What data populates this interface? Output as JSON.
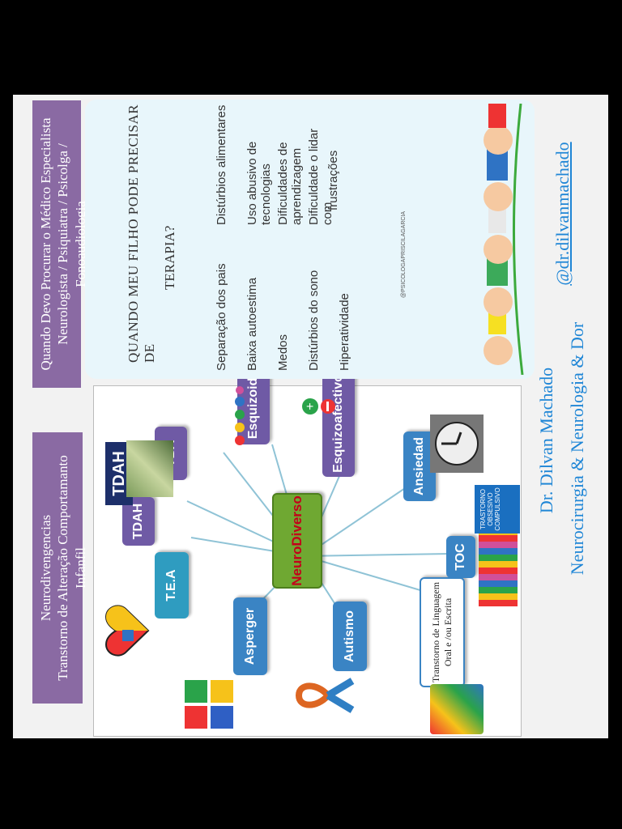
{
  "header_left": {
    "line1": "Neurodivengencias",
    "line2": "Transtorno de Alteração Comportamanto Infanfil"
  },
  "header_right": {
    "line1": "Quando Devo  Procurar o Médico Especialista",
    "line2": "Neurologista / Psiquiatra / Psicolga / Fonoaudiologia"
  },
  "mindmap": {
    "center": "NeuroDiverso",
    "nodes": {
      "tea": "T.E.A",
      "asperger": "Asperger",
      "autismo": "Autismo",
      "linguagem_1": "Transtorno de Linguagem",
      "linguagem_2": "Oral e /ou Escrita",
      "toc": "TOC",
      "ansiedad": "Ansiedad",
      "esquizoafectivo": "Esquizoafectivo",
      "esquizoide": "Esquizoide",
      "tba": "TBA",
      "tdah": "TDAH",
      "tdah_logo": "TDAH",
      "toc_sign_1": "TRASTORNO",
      "toc_sign_2": "OBSESIVO",
      "toc_sign_3": "COMPULSIVO"
    }
  },
  "infocard": {
    "title_1": "QUANDO MEU FILHO PODE PRECISAR DE",
    "title_2": "TERAPIA?",
    "col1": [
      "Separação dos pais",
      "Baixa autoestima",
      "Medos",
      "Distúrbios do sono",
      "Hiperatividade"
    ],
    "col2": [
      "Distúrbios alimentares",
      "Uso abusivo de tecnologias",
      "Dificuldades de aprendizagem",
      "Dificuldade o lidar com",
      "frustrações"
    ],
    "credit": "@PSICOLOGAPRISCILAGARCIA"
  },
  "signature": {
    "name": "Dr. Dilvan Machado",
    "specialty": "Neurocirurgia & Neurologia & Dor",
    "handle": "@dr.dilvanmachado"
  },
  "colors": {
    "header_purple": "#8a6aa3",
    "node_purple": "#6f5aa5",
    "node_blue": "#3a84c4",
    "center_green": "#6fa832",
    "center_text_red": "#c3001a",
    "signature_blue": "#1f86d6"
  }
}
